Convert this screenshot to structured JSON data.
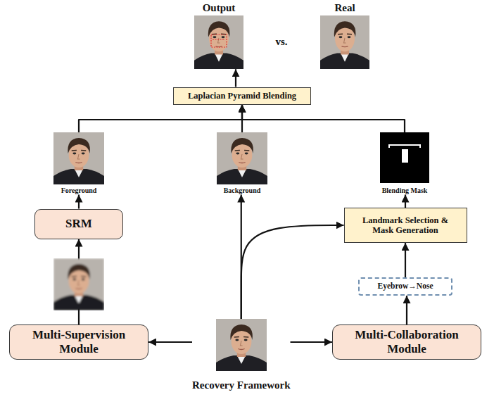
{
  "diagram": {
    "nodes": [
      {
        "text": [
          "Output"
        ]
      },
      {
        "text": [
          "Real"
        ]
      },
      {
        "text": [
          "Laplacian Pyramid Blending"
        ]
      },
      {
        "text": [
          "Foreground"
        ]
      },
      {
        "text": [
          "Background"
        ]
      },
      {
        "text": [
          "Blending Mask"
        ]
      },
      {
        "text": [
          "SRM"
        ]
      },
      {
        "text": [
          "Landmark Selection & Mask Generation"
        ]
      },
      {
        "text": [
          "Eyebrow→Nose"
        ]
      },
      {
        "text": [
          "Multi-Supervision Module"
        ]
      },
      {
        "text": [
          "Recovery Framework"
        ]
      },
      {
        "text": [
          "Multi-Collaboration Module"
        ]
      }
    ],
    "edges": [
      {
        "from": 2,
        "to": 0,
        "arrow": "to"
      },
      {
        "from": 3,
        "to": 2,
        "arrow": "to"
      },
      {
        "from": 4,
        "to": 2,
        "arrow": "to"
      },
      {
        "from": 5,
        "to": 2,
        "arrow": "to"
      },
      {
        "from": 6,
        "to": 3,
        "arrow": "to"
      },
      {
        "from": 7,
        "to": 5,
        "arrow": "to"
      },
      {
        "from": 8,
        "to": 7,
        "arrow": "to"
      },
      {
        "from": 9,
        "to": 6,
        "arrow": "to"
      },
      {
        "from": 10,
        "to": 9,
        "arrow": "to"
      },
      {
        "from": 10,
        "to": 4,
        "arrow": "to"
      },
      {
        "from": 10,
        "to": 7,
        "arrow": "to"
      },
      {
        "from": 10,
        "to": 11,
        "arrow": "to"
      },
      {
        "from": 11,
        "to": 8,
        "arrow": "to"
      }
    ],
    "labels": [
      "vs."
    ]
  }
}
